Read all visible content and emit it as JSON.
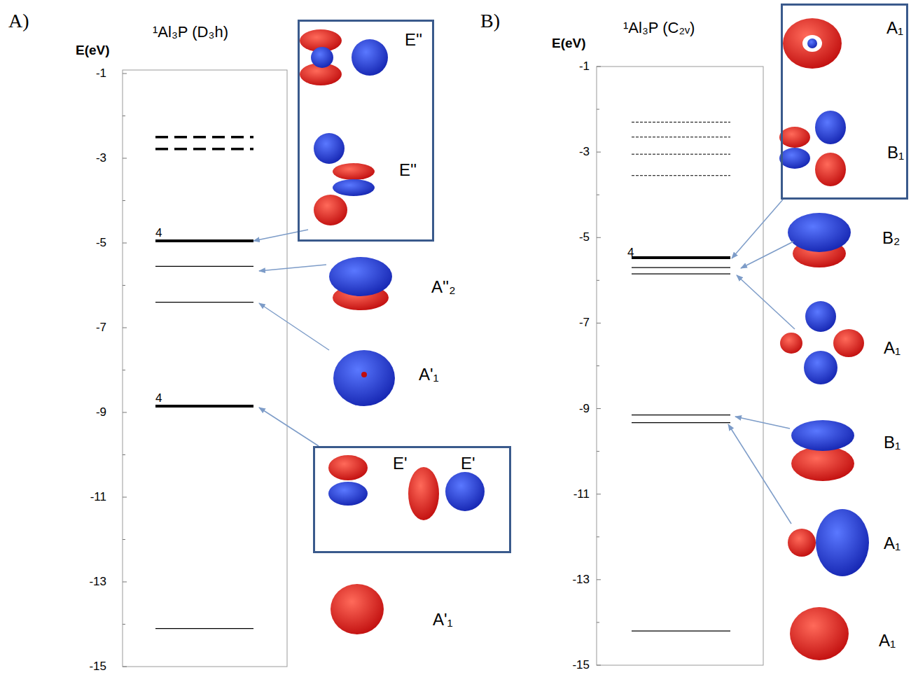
{
  "diagram": {
    "nodes": [
      {
        "text": [
          "E''",
          "E''"
        ]
      },
      {
        "text": [
          "E'",
          "E'"
        ]
      },
      {
        "text": [
          "A₁",
          "B₁"
        ]
      }
    ],
    "labels": [
      "A)",
      "B)",
      "E(eV)",
      "¹Al₃P (D₃h)",
      "-1",
      "-3",
      "-5",
      "-7",
      "-9",
      "-11",
      "-13",
      "-15",
      "4",
      "4",
      "A''₂",
      "A'₁",
      "A'₁",
      "E(eV)",
      "¹Al₃P (C₂ᵥ)",
      "-1",
      "-3",
      "-5",
      "-7",
      "-9",
      "-11",
      "-13",
      "-15",
      "4",
      "B₂",
      "A₁",
      "B₁",
      "A₁",
      "A₁"
    ]
  }
}
